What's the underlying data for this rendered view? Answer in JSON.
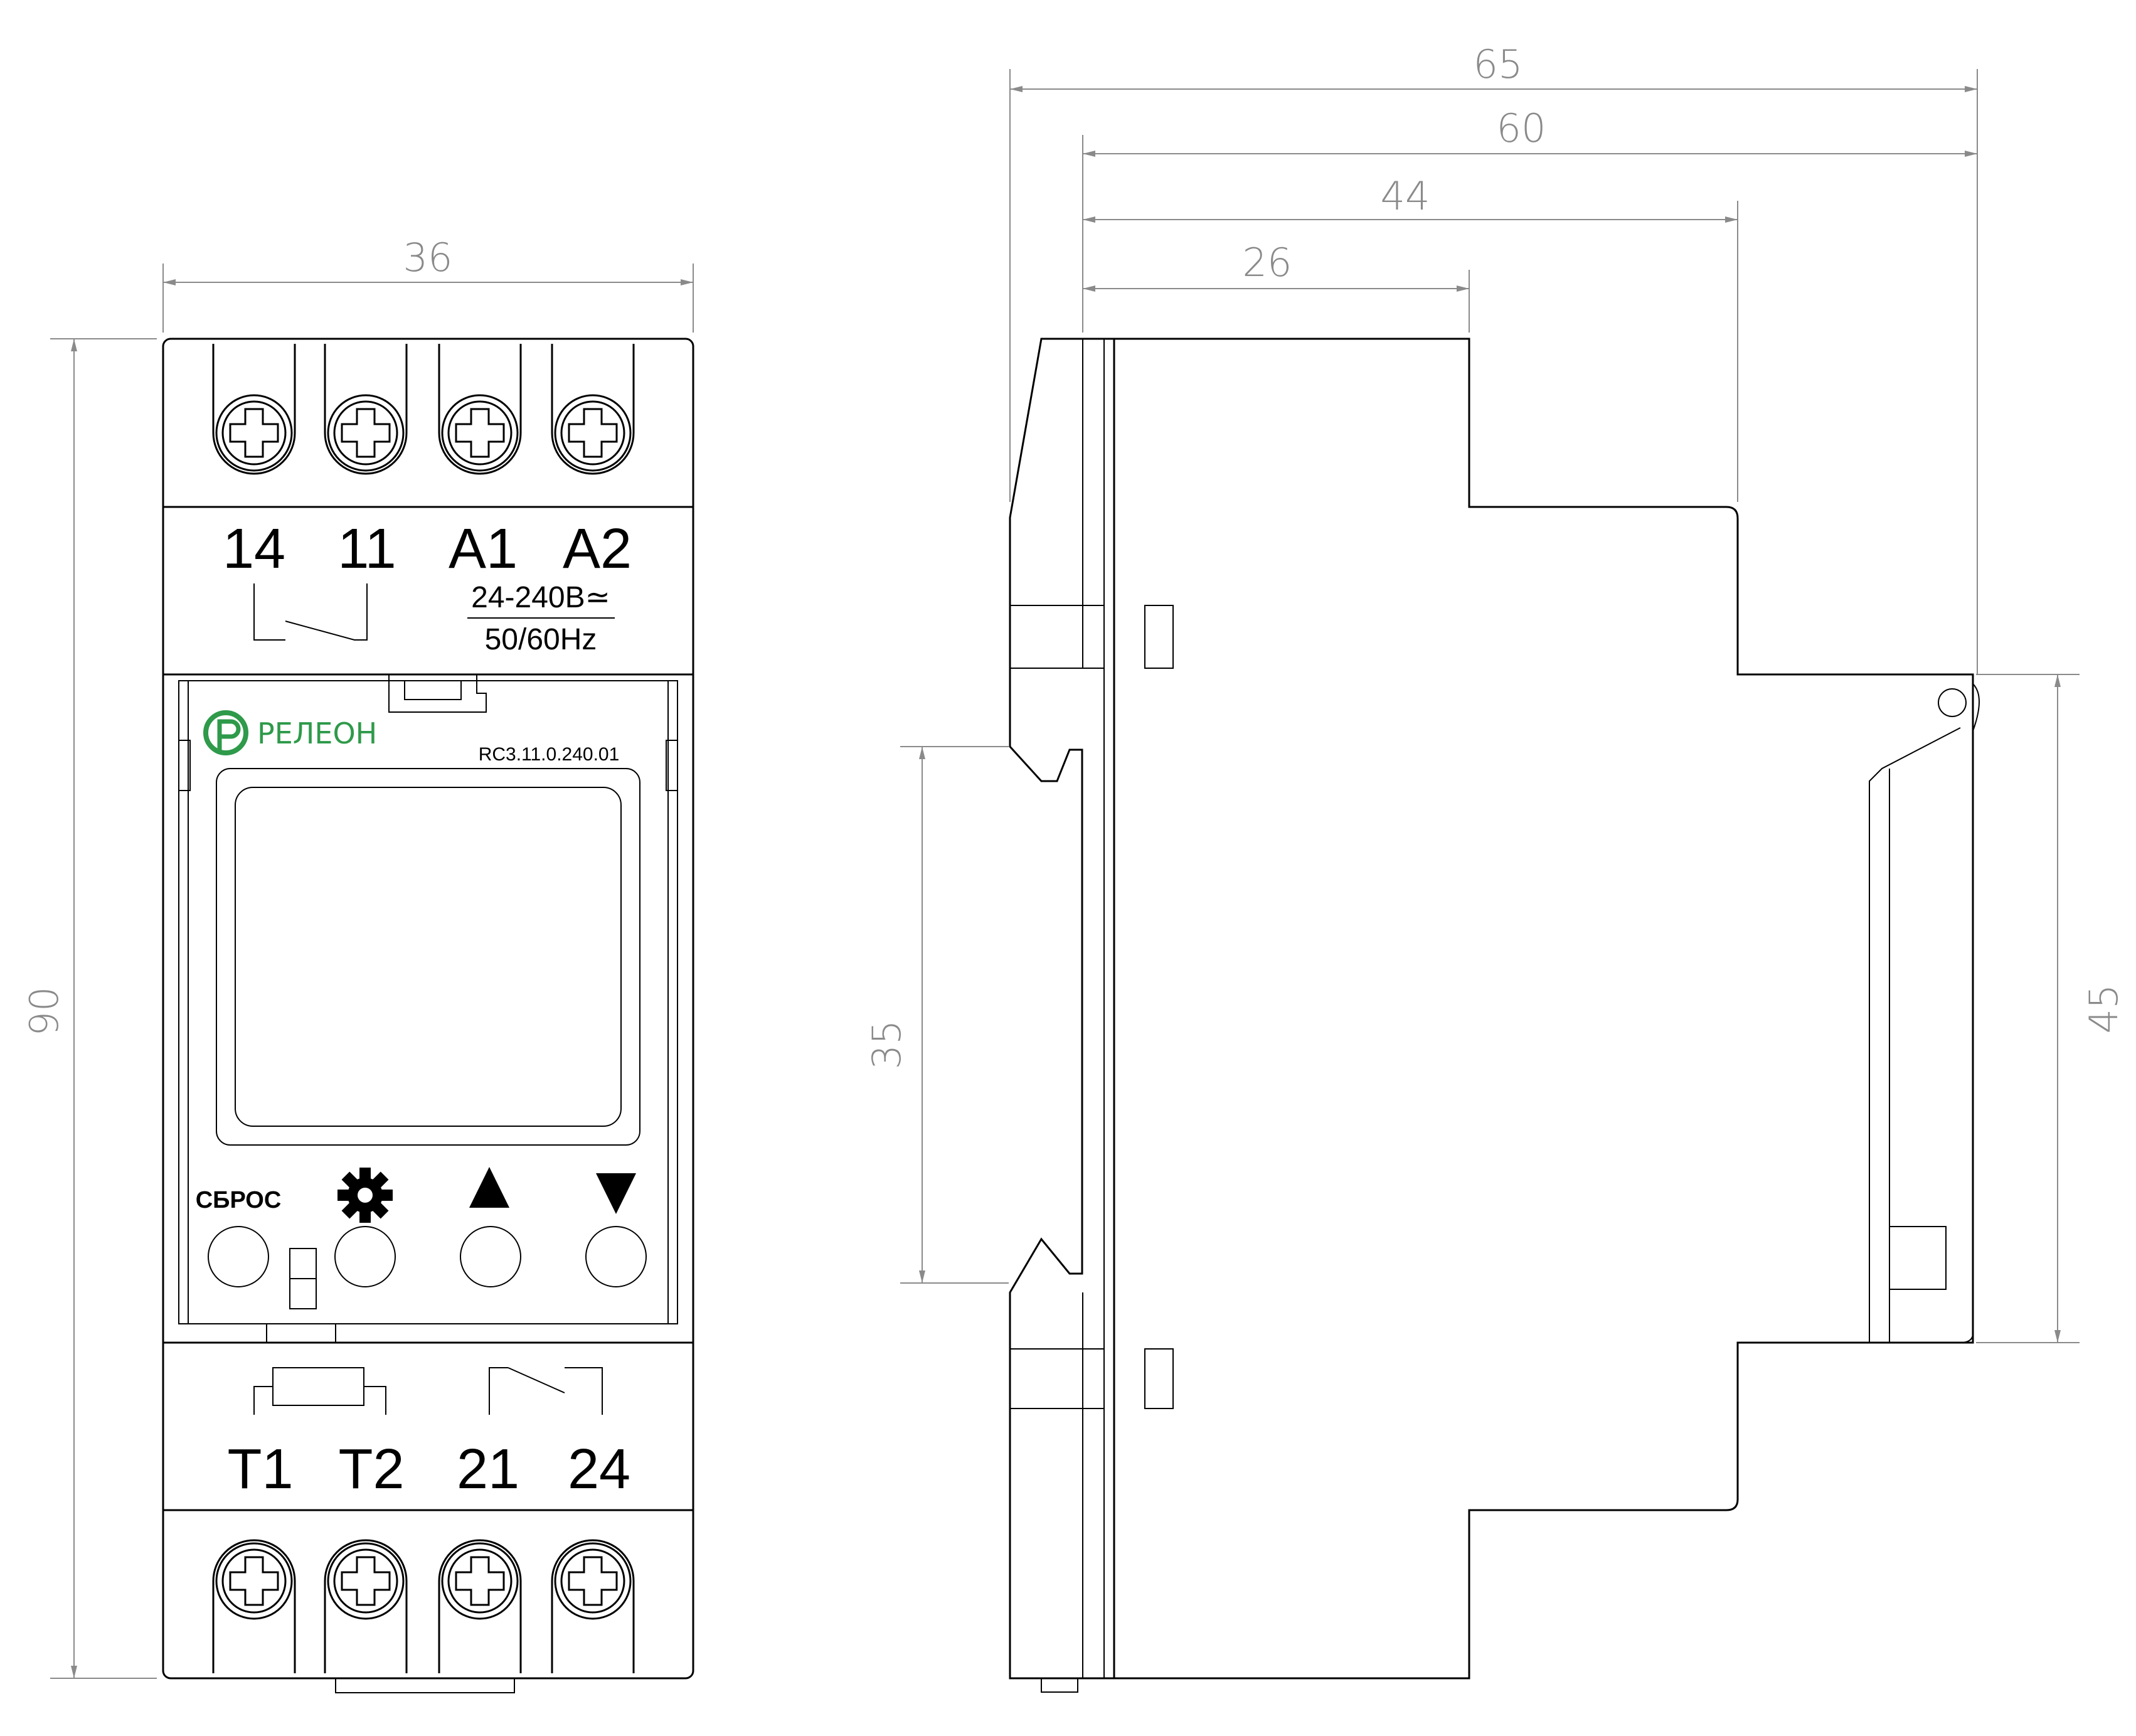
{
  "dimensions": {
    "front_width": "36",
    "front_height": "90",
    "side_overall": "65",
    "side_depth": "60",
    "side_step": "44",
    "side_front": "26",
    "rail_width": "35",
    "window_height": "45"
  },
  "top_terminals": [
    "14",
    "11",
    "A1",
    "A2"
  ],
  "bottom_terminals": [
    "T1",
    "T2",
    "21",
    "24"
  ],
  "supply": {
    "voltage": "24-240В≃",
    "frequency": "50/60Hz"
  },
  "brand": {
    "name": "РЕЛЕОН",
    "model": "RC3.11.0.240.01"
  },
  "buttons": {
    "reset_label": "СБРОС",
    "settings": "gear-icon",
    "up": "triangle-up-icon",
    "down": "triangle-down-icon"
  },
  "colors": {
    "brand_green": "#2e9a4a",
    "dimension_gray": "#8a8a8a",
    "line": "#000000"
  }
}
